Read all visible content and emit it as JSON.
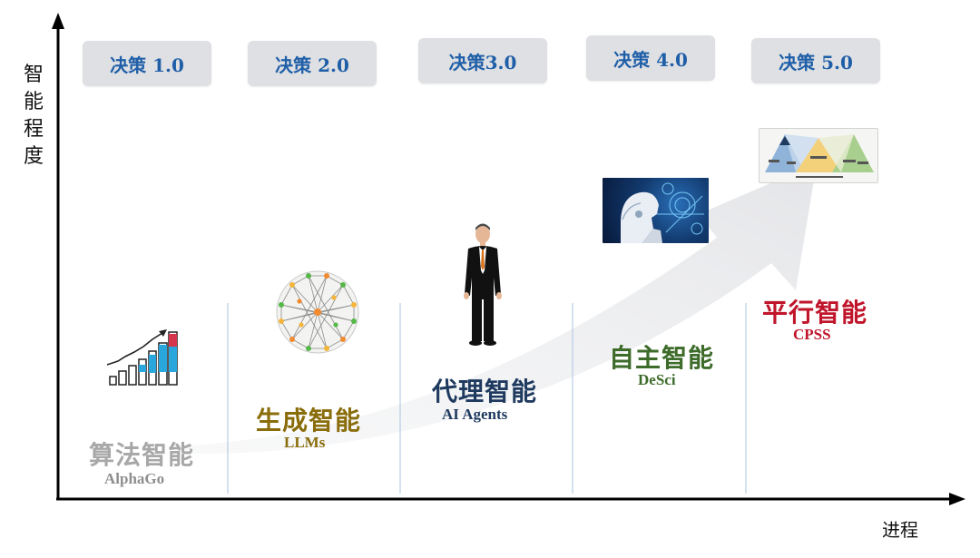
{
  "axes": {
    "y_label": [
      "智",
      "能",
      "程",
      "度"
    ],
    "x_label": "进程"
  },
  "stages": [
    {
      "label": "决策 1.0"
    },
    {
      "label": "决策 2.0"
    },
    {
      "label": "决策3.0"
    },
    {
      "label": "决策 4.0"
    },
    {
      "label": "决策 5.0"
    }
  ],
  "eras": [
    {
      "title": "算法智能",
      "subtitle": "AlphaGo",
      "icon": "bar-growth-chart-icon",
      "title_color": "#a8a8a8",
      "subtitle_color": "#8e8e8e"
    },
    {
      "title": "生成智能",
      "subtitle": "LLMs",
      "icon": "neural-network-sphere-icon",
      "title_color": "#8a6d0b",
      "subtitle_color": "#8a6d0b"
    },
    {
      "title": "代理智能",
      "subtitle": "AI Agents",
      "icon": "businessman-icon",
      "title_color": "#1f3a5f",
      "subtitle_color": "#1f3a5f"
    },
    {
      "title": "自主智能",
      "subtitle": "DeSci",
      "icon": "ai-robot-image",
      "title_color": "#3d6b2a",
      "subtitle_color": "#3d6b2a"
    },
    {
      "title": "平行智能",
      "subtitle": "CPSS",
      "icon": "cpss-pyramid-diagram",
      "title_color": "#c0152b",
      "subtitle_color": "#c0152b"
    }
  ],
  "colors": {
    "stage_text": "#1f5fa8",
    "stage_bg": "#dfe0e3",
    "axis": "#000000",
    "growth_arrow": "#e9eaec",
    "divider": "#aac4e0"
  }
}
